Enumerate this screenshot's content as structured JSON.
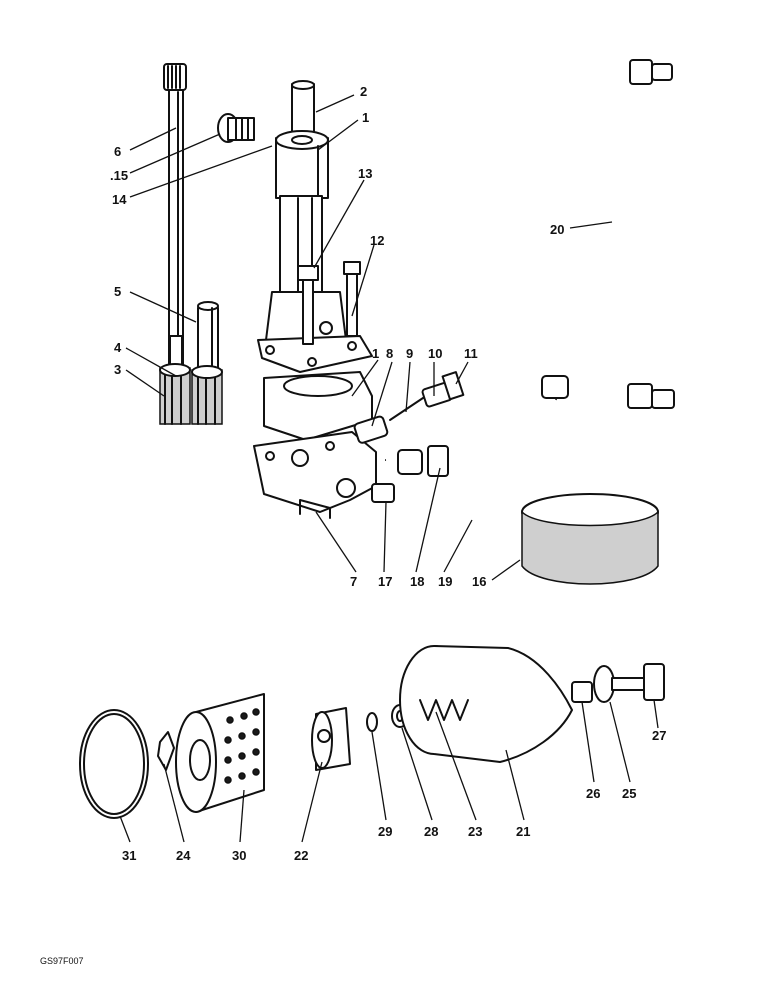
{
  "callouts": {
    "c1": "1",
    "c1b": "1",
    "c2": "2",
    "c3": "3",
    "c4": "4",
    "c5": "5",
    "c6": "6",
    "c7": "7",
    "c8": "8",
    "c9": "9",
    "c10": "10",
    "c11": "11",
    "c12": "12",
    "c13": "13",
    "c14": "14",
    "c15": ".15",
    "c16": "16",
    "c17": "17",
    "c18": "18",
    "c19": "19",
    "c20": "20",
    "c21": "21",
    "c22": "22",
    "c23": "23",
    "c24": "24",
    "c25": "25",
    "c26": "26",
    "c27": "27",
    "c28": "28",
    "c29": "29",
    "c30": "30",
    "c31": "31"
  },
  "figure_code": "GS97F007"
}
